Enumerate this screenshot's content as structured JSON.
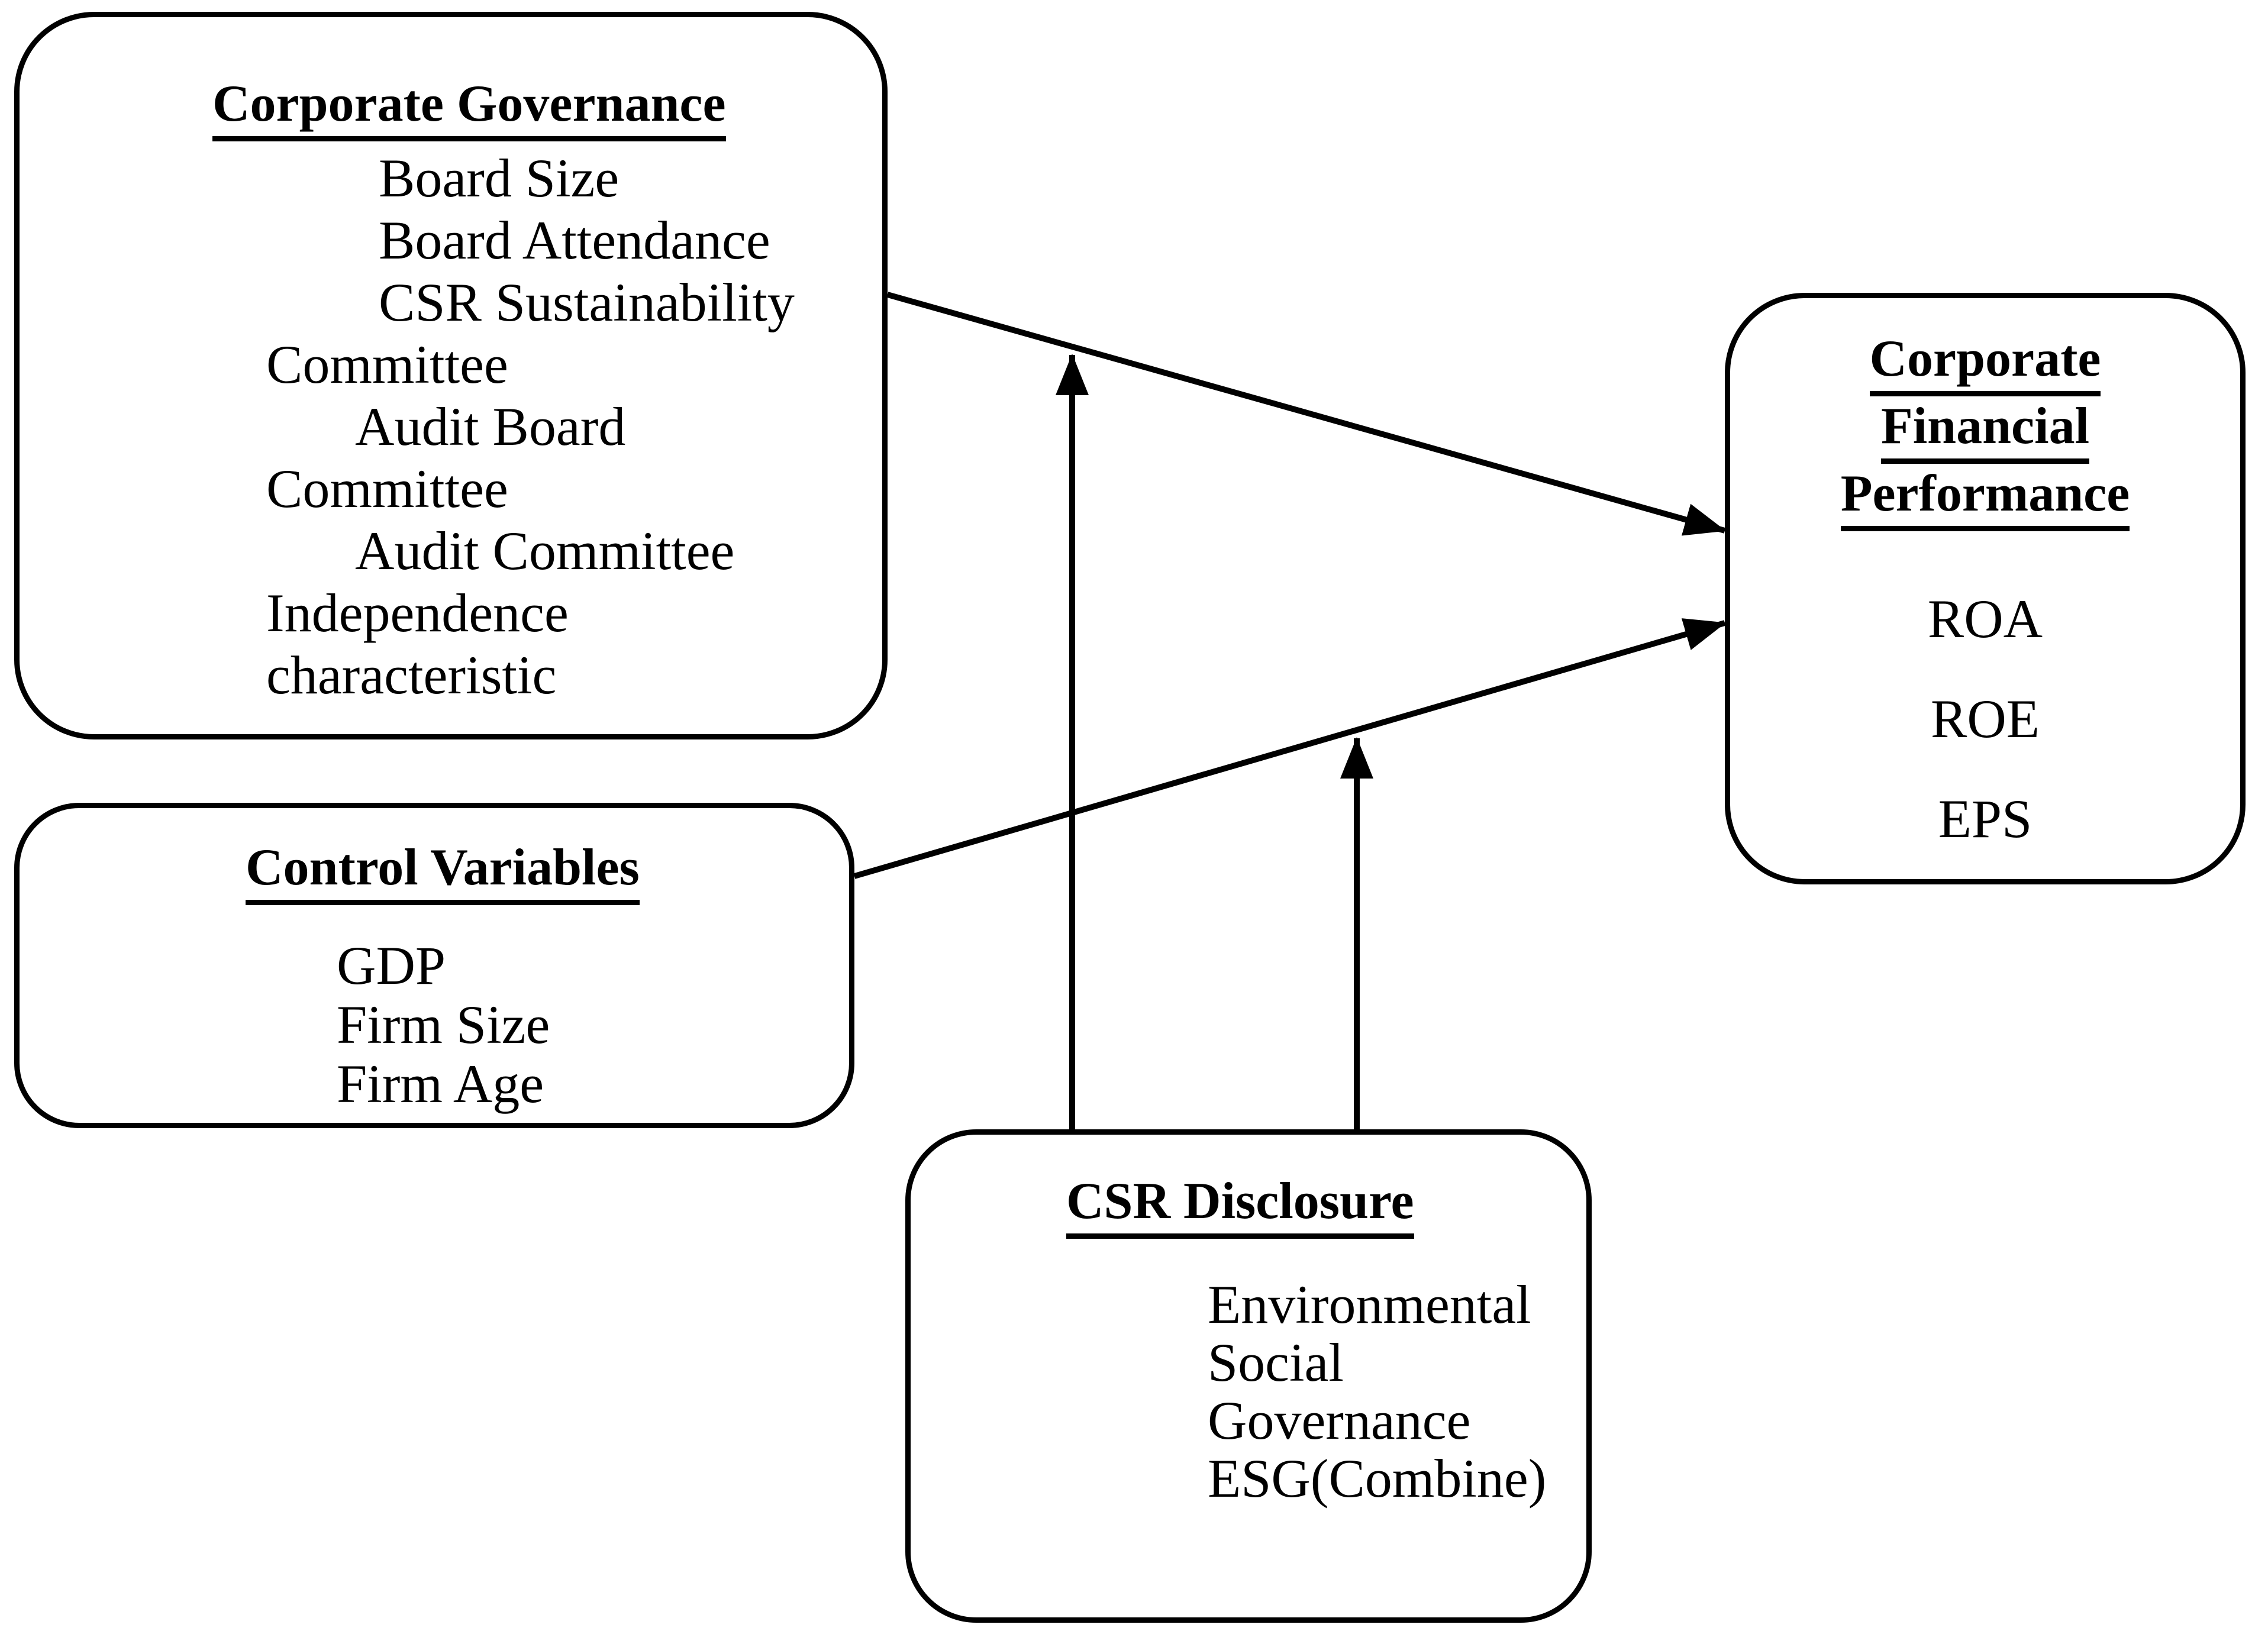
{
  "diagram": {
    "background_color": "#ffffff",
    "line_color": "#000000",
    "text_color": "#000000"
  },
  "boxes": {
    "corporate_governance": {
      "title": "Corporate Governance",
      "lines": [
        "Board Size",
        "Board Attendance",
        "CSR Sustainability",
        "Committee",
        "Audit Board",
        "Committee",
        "Audit Committee",
        "Independence",
        "characteristic"
      ]
    },
    "control_variables": {
      "title": "Control Variables",
      "lines": [
        "GDP",
        "Firm Size",
        "Firm Age"
      ]
    },
    "csr_disclosure": {
      "title": "CSR Disclosure",
      "lines": [
        "Environmental",
        "Social",
        "Governance",
        "ESG(Combine)"
      ]
    },
    "corporate_financial_performance": {
      "title_lines": [
        "Corporate",
        "Financial",
        "Performance"
      ],
      "lines": [
        "ROA",
        "ROE",
        "EPS"
      ]
    }
  },
  "edges": [
    {
      "from": "Corporate Governance",
      "to": "Corporate Financial Performance",
      "style": "arrow"
    },
    {
      "from": "Control Variables",
      "to": "Corporate Financial Performance",
      "style": "arrow"
    },
    {
      "from": "CSR Disclosure",
      "to": "path: Corporate Governance to Corporate Financial Performance",
      "style": "arrow-up"
    },
    {
      "from": "CSR Disclosure",
      "to": "path: Control Variables to Corporate Financial Performance",
      "style": "arrow-up"
    }
  ]
}
